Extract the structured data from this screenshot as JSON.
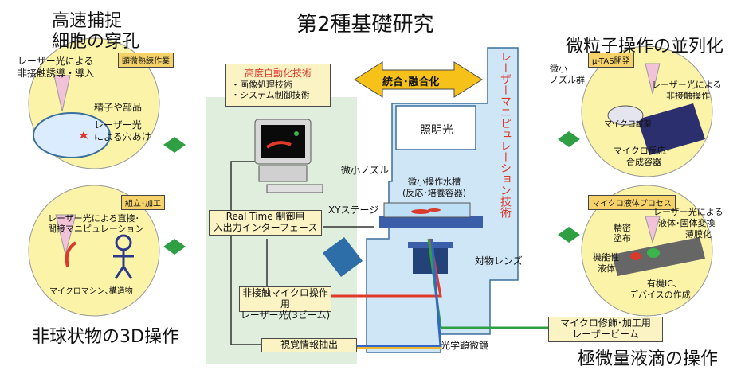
{
  "title": "第2種基礎研究",
  "top_left": {
    "line1": "高速捕捉",
    "line2": "細胞の穿孔"
  },
  "top_right": "微粒子操作の並列化",
  "bottom_left": "非球状物の3D操作",
  "bottom_right": "極微量液滴の操作",
  "integration": "統合･融合化",
  "vertical_tech": "レーザーマニピュレーション技術",
  "automation": {
    "title": "高度自動化技術",
    "item1": "・画像処理技術",
    "item2": "・システム制御技術"
  },
  "illumination": "照明光",
  "micro_nozzle": "微小ノズル",
  "micro_tank": {
    "line1": "微小操作水槽",
    "line2": "(反応･培養容器)"
  },
  "xy_stage": "XYステージ",
  "objective": "対物レンズ",
  "realtime_io": {
    "line1": "Real Time 制御用",
    "line2": "入出力インターフェース"
  },
  "noncontact_laser": {
    "line1": "非接触マイクロ操作用",
    "line2": "レーザー光(3ビーム)"
  },
  "visual_extract": "視覚情報抽出",
  "optical_microscope": "光学顕微鏡",
  "micro_fab_laser": {
    "line1": "マイクロ修飾･加工用",
    "line2": "レーザービーム"
  },
  "circle1": {
    "tag": "顕微熟練作業",
    "t1": "レーザー光による",
    "t2": "非接触誘導・導入",
    "t3": "精子や部品",
    "t4": "レーザー光",
    "t5": "による穴あけ"
  },
  "circle2": {
    "tag": "組立･加工",
    "t1": "レーザー光による直接･",
    "t2": "間接マニピュレーション",
    "t3": "マイクロマシン､構造物"
  },
  "circle3": {
    "tag": "µ-TAS開発",
    "t1": "微小",
    "t2": "ノズル群",
    "t3": "レーザー光による",
    "t4": "非接触操作",
    "t5": "マイクロ試薬",
    "t6": "マイクロ反応･",
    "t7": "合成容器"
  },
  "circle4": {
    "tag": "マイクロ液体プロセス",
    "t1": "レーザー光による",
    "t2": "液体･固体変換",
    "t3": "薄膜化",
    "t4": "精密",
    "t5": "塗布",
    "t6": "機能性",
    "t7": "液体",
    "t8": "有機IC､",
    "t9": "デバイスの作成"
  },
  "colors": {
    "green_panel": "#dfeedd",
    "blue_panel": "#cfe6f7",
    "circle_fill": "#fbf3a8",
    "arrow_green": "#2ea043",
    "integration_fill": "#f6c21a"
  }
}
